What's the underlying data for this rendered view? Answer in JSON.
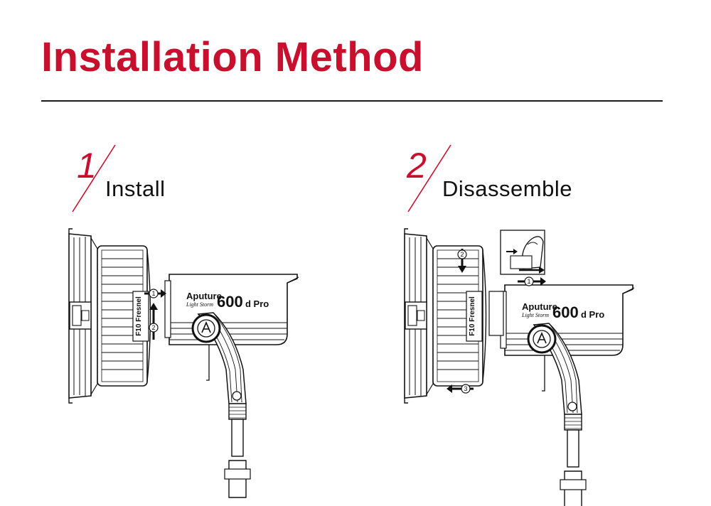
{
  "title": "Installation Method",
  "colors": {
    "accent": "#c8102e",
    "line": "#1a1a1a"
  },
  "steps": [
    {
      "number": "1",
      "label": "Install"
    },
    {
      "number": "2",
      "label": "Disassemble"
    }
  ],
  "product": {
    "brand": "Aputure",
    "series": "Light Storm",
    "model": "600d Pro",
    "model_number": "600",
    "model_suffix": "d Pro",
    "accessory": "F10 Fresnel"
  },
  "install_markers": [
    "1",
    "2"
  ],
  "disassemble_markers": [
    "1",
    "2",
    "3"
  ]
}
